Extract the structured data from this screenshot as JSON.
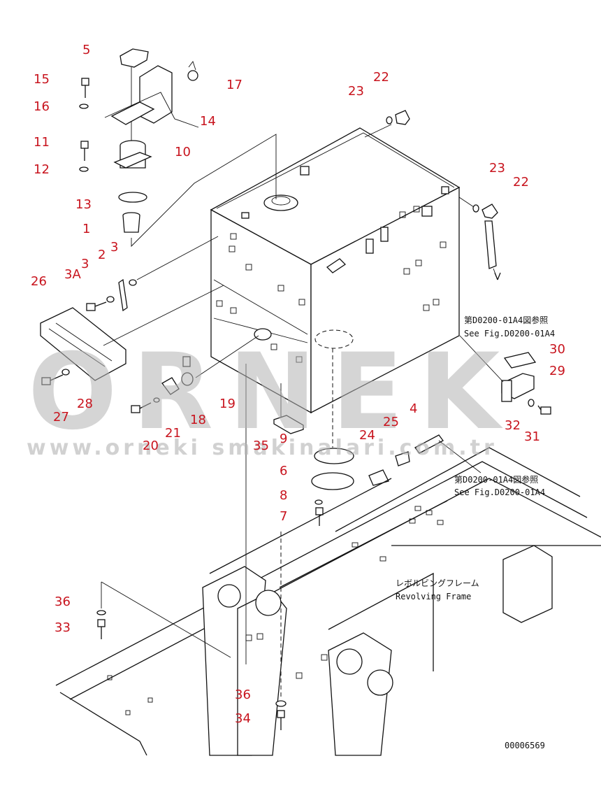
{
  "callouts": [
    {
      "id": "c5",
      "text": "5"
    },
    {
      "id": "c15",
      "text": "15"
    },
    {
      "id": "c16",
      "text": "16"
    },
    {
      "id": "c17",
      "text": "17"
    },
    {
      "id": "c14",
      "text": "14"
    },
    {
      "id": "c11",
      "text": "11"
    },
    {
      "id": "c10",
      "text": "10"
    },
    {
      "id": "c12",
      "text": "12"
    },
    {
      "id": "c13",
      "text": "13"
    },
    {
      "id": "c1",
      "text": "1"
    },
    {
      "id": "c2",
      "text": "2"
    },
    {
      "id": "c3a",
      "text": "3"
    },
    {
      "id": "c3b",
      "text": "3"
    },
    {
      "id": "c3A",
      "text": "3A"
    },
    {
      "id": "c26",
      "text": "26"
    },
    {
      "id": "c22a",
      "text": "22"
    },
    {
      "id": "c23a",
      "text": "23"
    },
    {
      "id": "c23b",
      "text": "23"
    },
    {
      "id": "c22b",
      "text": "22"
    },
    {
      "id": "c30",
      "text": "30"
    },
    {
      "id": "c29",
      "text": "29"
    },
    {
      "id": "c19",
      "text": "19"
    },
    {
      "id": "c18",
      "text": "18"
    },
    {
      "id": "c21",
      "text": "21"
    },
    {
      "id": "c20",
      "text": "20"
    },
    {
      "id": "c27",
      "text": "27"
    },
    {
      "id": "c28",
      "text": "28"
    },
    {
      "id": "c4",
      "text": "4"
    },
    {
      "id": "c25",
      "text": "25"
    },
    {
      "id": "c9",
      "text": "9"
    },
    {
      "id": "c35",
      "text": "35"
    },
    {
      "id": "c24",
      "text": "24"
    },
    {
      "id": "c6",
      "text": "6"
    },
    {
      "id": "c8",
      "text": "8"
    },
    {
      "id": "c7",
      "text": "7"
    },
    {
      "id": "c32",
      "text": "32"
    },
    {
      "id": "c31",
      "text": "31"
    },
    {
      "id": "c36a",
      "text": "36"
    },
    {
      "id": "c33",
      "text": "33"
    },
    {
      "id": "c36b",
      "text": "36"
    },
    {
      "id": "c34",
      "text": "34"
    }
  ],
  "notes": {
    "ref1_jp": "第D0200-01A4図参照",
    "ref1_en": "See Fig.D0200-01A4",
    "ref2_jp": "第D0200-01A4図参照",
    "ref2_en": "See Fig.D0200-01A4",
    "frame_jp": "レボルビングフレーム",
    "frame_en": "Revolving Frame",
    "drawing_no": "00006569"
  },
  "watermark": {
    "logo": "ORNEK",
    "url": "www.orneki smakinalari.com.tr"
  },
  "colors": {
    "callout": "#c8141e",
    "line": "#111111",
    "watermark": "#b4b4b4"
  }
}
